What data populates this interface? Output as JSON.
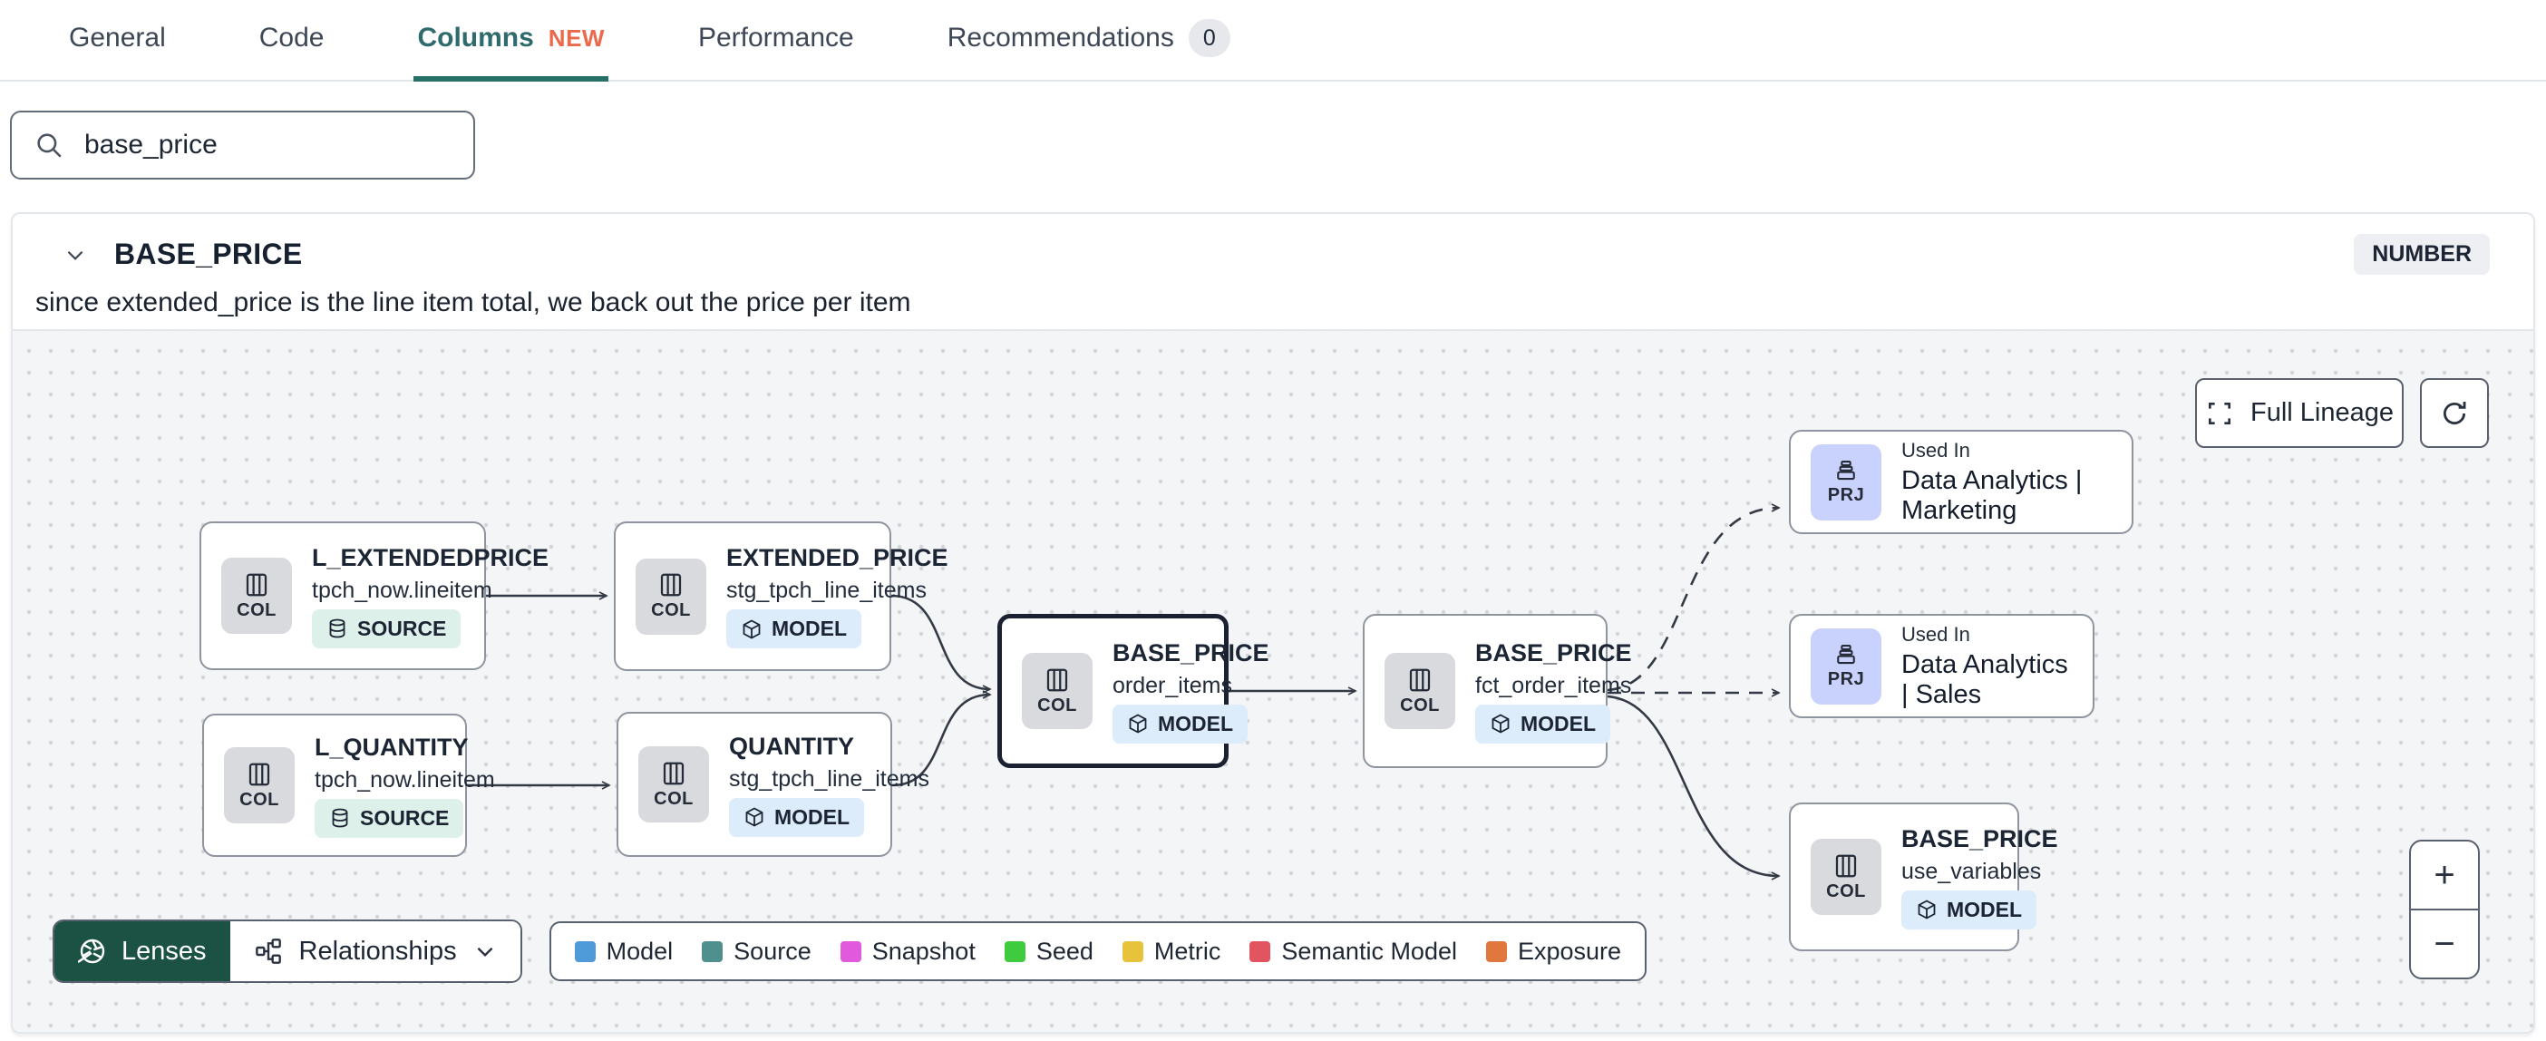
{
  "tabs": {
    "items": [
      {
        "label": "General"
      },
      {
        "label": "Code"
      },
      {
        "label": "Columns",
        "badge": "NEW"
      },
      {
        "label": "Performance"
      },
      {
        "label": "Recommendations",
        "badge": "0"
      }
    ]
  },
  "search": {
    "value": "base_price"
  },
  "panel": {
    "title": "BASE_PRICE",
    "type": "NUMBER",
    "description": "since extended_price is the line item total, we back out the price per item"
  },
  "controls": {
    "full_lineage": "Full Lineage",
    "lenses": "Lenses",
    "relationships": "Relationships",
    "zoom_in": "+",
    "zoom_out": "−"
  },
  "nodes": [
    {
      "tile": "COL",
      "title": "L_EXTENDEDPRICE",
      "subtitle": "tpch_now.lineitem",
      "badge": "SOURCE"
    },
    {
      "tile": "COL",
      "title": "L_QUANTITY",
      "subtitle": "tpch_now.lineitem",
      "badge": "SOURCE"
    },
    {
      "tile": "COL",
      "title": "EXTENDED_PRICE",
      "subtitle": "stg_tpch_line_items",
      "badge": "MODEL"
    },
    {
      "tile": "COL",
      "title": "QUANTITY",
      "subtitle": "stg_tpch_line_items",
      "badge": "MODEL"
    },
    {
      "tile": "COL",
      "title": "BASE_PRICE",
      "subtitle": "order_items",
      "badge": "MODEL"
    },
    {
      "tile": "COL",
      "title": "BASE_PRICE",
      "subtitle": "fct_order_items",
      "badge": "MODEL"
    },
    {
      "tile": "PRJ",
      "kicker": "Used In",
      "title": "Data Analytics | Marketing"
    },
    {
      "tile": "PRJ",
      "kicker": "Used In",
      "title": "Data Analytics | Sales"
    },
    {
      "tile": "COL",
      "title": "BASE_PRICE",
      "subtitle": "use_variables",
      "badge": "MODEL"
    }
  ],
  "legend": {
    "items": [
      {
        "label": "Model",
        "color": "#4f9ad8"
      },
      {
        "label": "Source",
        "color": "#4f8f8d"
      },
      {
        "label": "Snapshot",
        "color": "#e159dd"
      },
      {
        "label": "Seed",
        "color": "#3ecb3e"
      },
      {
        "label": "Metric",
        "color": "#e7c33c"
      },
      {
        "label": "Semantic Model",
        "color": "#e25460"
      },
      {
        "label": "Exposure",
        "color": "#e0773c"
      }
    ]
  },
  "colors": {
    "accent_teal": "#2f6b6d",
    "new_badge": "#ec6a4c",
    "lenses_green": "#1b5244",
    "edge": "#343a45"
  }
}
